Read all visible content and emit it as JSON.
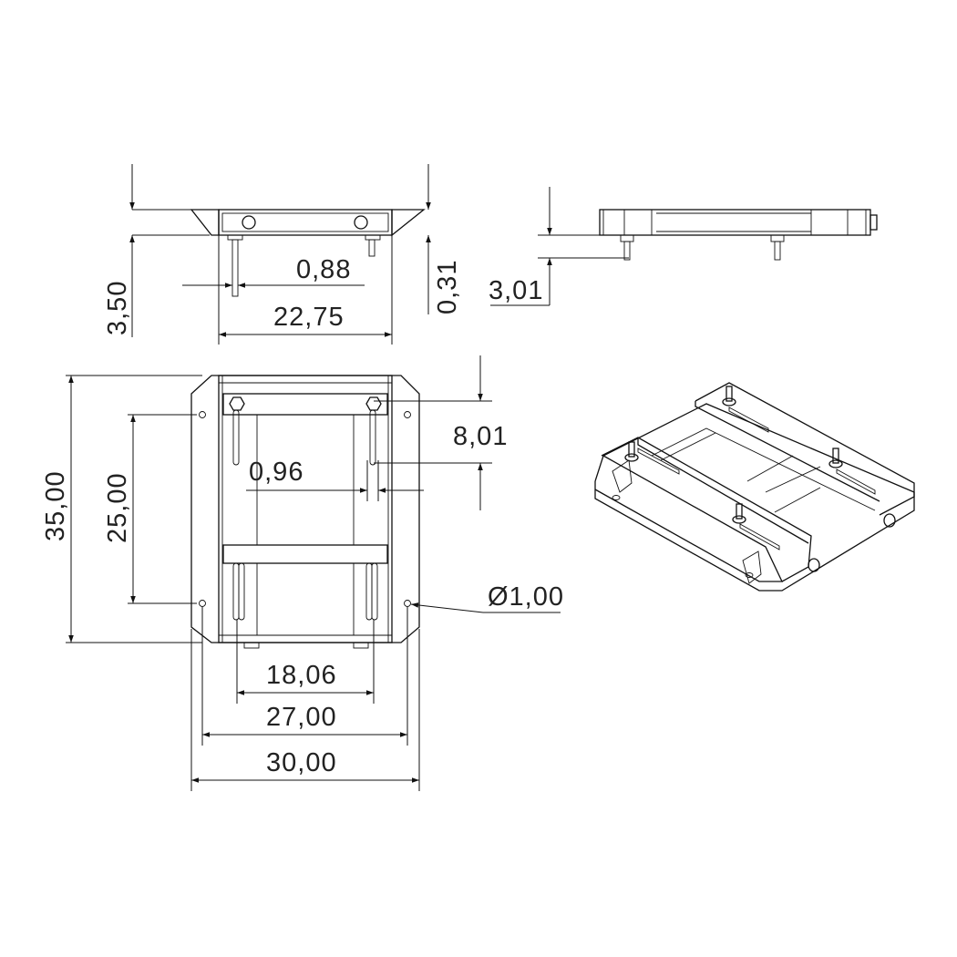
{
  "drawing": {
    "front_view": {
      "dimensions": {
        "height_total": "3,50",
        "plate_thickness": "0,31",
        "bolt_diameter": "0,88",
        "inner_width": "22,75"
      }
    },
    "side_view": {
      "dimensions": {
        "bolt_projection": "3,01"
      }
    },
    "top_view": {
      "dimensions": {
        "overall_length": "35,00",
        "hole_spacing_length": "25,00",
        "slot_length": "8,01",
        "slot_width": "0,96",
        "hole_diameter": "Ø1,00",
        "bolt_spacing": "18,06",
        "hole_spacing_width": "27,00",
        "overall_width": "30,00"
      }
    },
    "isometric_view": {}
  }
}
